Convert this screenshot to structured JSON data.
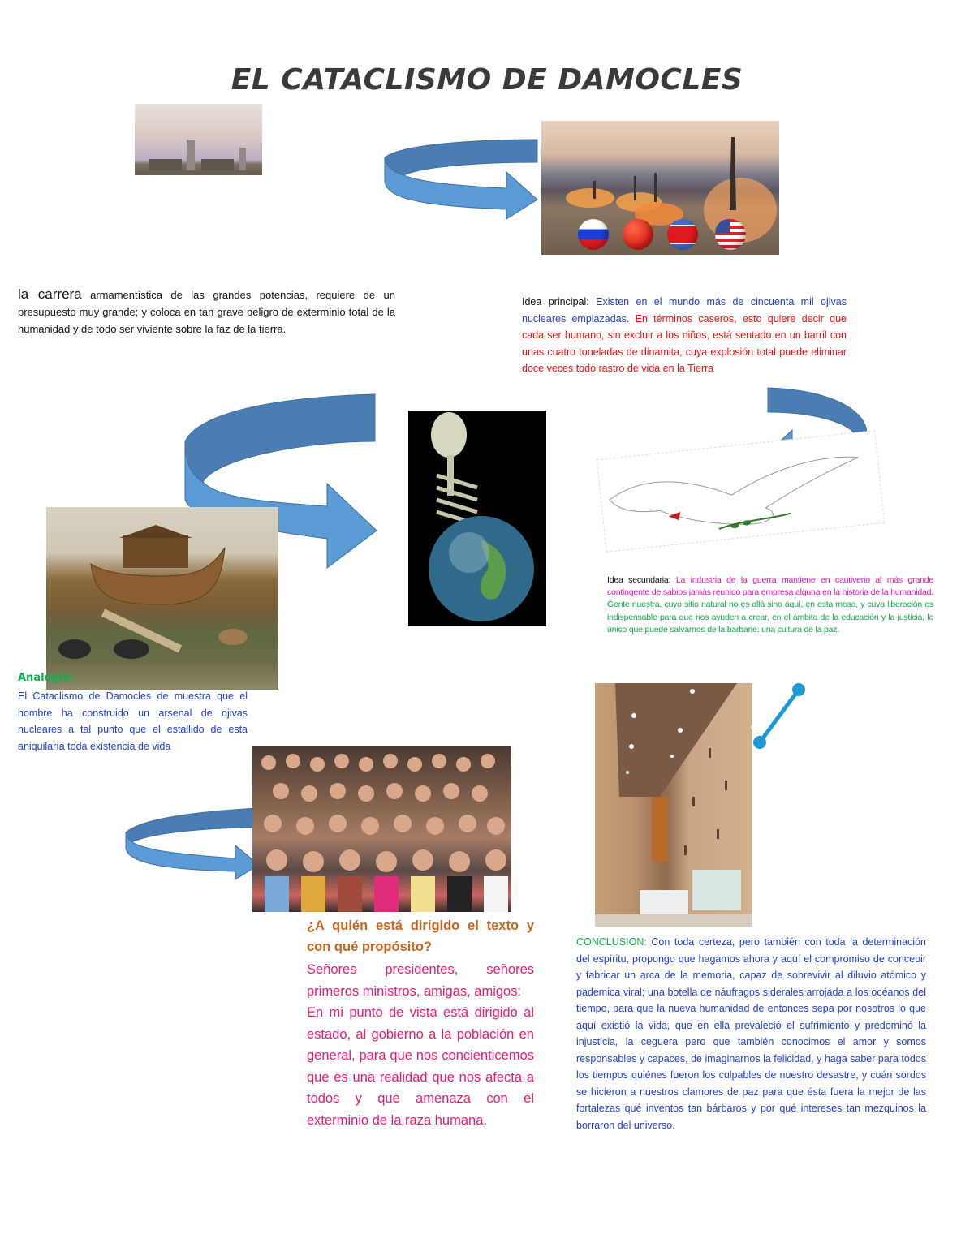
{
  "title": "EL CATACLISMO DE DAMOCLES",
  "intro": {
    "lead": "la carrera",
    "text": " armamentística de las grandes potencias, requiere de un presupuesto muy grande; y coloca en tan grave peligro de exterminio total de la humanidad y de todo ser viviente sobre la faz de la tierra."
  },
  "idea_principal": {
    "label": "Idea principal: ",
    "blue_text": "Existen en el mundo más de cincuenta mil ojivas nucleares emplazadas. ",
    "red_text": "En términos caseros, esto quiere decir que cada ser humano, sin excluir a los niños, está sentado en un barril con unas cuatro toneladas de dinamita, cuya explosión total puede eliminar doce veces todo rastro de vida en la Tierra"
  },
  "idea_secundaria": {
    "label": "Idea secundaria: ",
    "magenta_text": "La industria de la guerra mantiene en cautiverio al más grande contingente de sabios jamás reunido para empresa alguna en la historia de la humanidad. ",
    "green_text": "Gente nuestra, cuyo sitio natural no es allá sino aquí, en esta mesa, y cuya liberación es indispensable para que nos ayuden a crear, en el ámbito de la educación y la justicia, lo único que puede salvarnos de la barbarie: una cultura de la paz."
  },
  "analogia": {
    "label": "Analogía:",
    "text": "El Cataclismo de Damocles  de muestra que el hombre ha construido un arsenal de ojivas nucleares a tal punto que el estallido de esta aniquilaría toda existencia de vida"
  },
  "pregunta": {
    "question": "¿A quién está dirigido el texto y con qué propósito?",
    "salutation": "Señores presidentes, señores primeros ministros, amigas, amigos:",
    "answer": "En mi punto de vista está dirigido al estado, al gobierno a la población en general, para que nos concienticemos que es una realidad que nos afecta a todos y que amenaza con el exterminio de la raza humana."
  },
  "conclusion": {
    "label": "CONCLUSION: ",
    "text": "Con toda certeza, pero también con toda la determinación del espíritu, propongo que hagamos ahora y aquí el compromiso de concebir y fabricar un arca de la memoria, capaz de sobrevivir al diluvio atómico y pademica viral; una botella de náufragos siderales arrojada a los océanos del tiempo, para que la nueva humanidad de entonces sepa por nosotros lo que aquí existió la vida, que en ella prevaleció el sufrimiento y predominó la injusticia, la ceguera pero que también conocimos el amor y somos responsables y  capaces, de imaginarnos la felicidad, y haga saber para todos los tiempos quiénes fueron los culpables de nuestro desastre, y cuán sordos se hicieron a nuestros clamores de paz para que ésta fuera la mejor de las fortalezas qué inventos tan bárbaros y por qué intereses tan mezquinos la borraron del universo."
  },
  "images": {
    "missile_launchers": "missile-launcher-photo",
    "missile_launch": "missile-launch-with-flags-photo",
    "flags": [
      "russia",
      "china",
      "north-korea",
      "usa"
    ],
    "skeleton_earth": "skeleton-holding-earth-photo",
    "dove": "peace-dove-drawing",
    "noahs_ark": "noahs-ark-painting",
    "crowd": "crowd-of-people-photo",
    "museum": "museum-hall-photo"
  },
  "colors": {
    "arrow_dark": "#4a7db2",
    "arrow_light": "#5b9bd5",
    "connector": "#1e9ad6"
  }
}
